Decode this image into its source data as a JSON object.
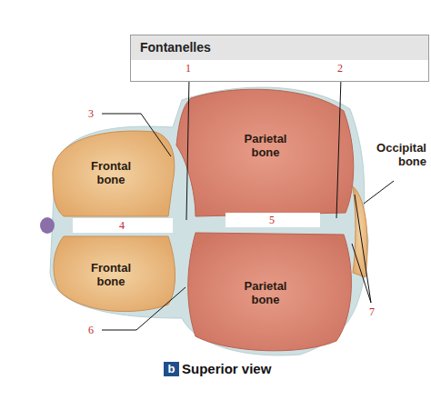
{
  "diagram": {
    "caption": "Superior view",
    "nodes": [
      {
        "text": [
          "Fontanelles"
        ]
      },
      {
        "text": [
          "Frontal bone"
        ]
      },
      {
        "text": [
          "Parietal bone"
        ]
      },
      {
        "text": [
          "Occipital bone"
        ]
      },
      {
        "text": [
          "Frontal bone"
        ]
      },
      {
        "text": [
          "Parietal bone"
        ]
      }
    ],
    "labels": [
      "1",
      "2",
      "3",
      "4",
      "5",
      "6",
      "7",
      "b"
    ]
  }
}
